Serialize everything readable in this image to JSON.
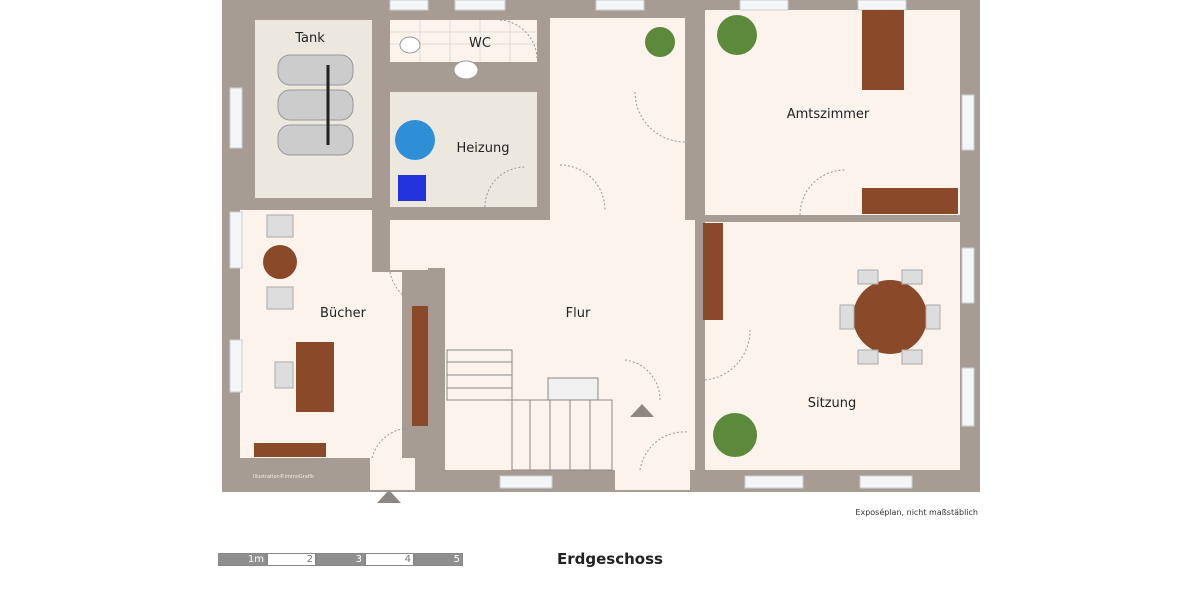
{
  "plan": {
    "title": "Erdgeschoss",
    "note": "Exposéplan, nicht maßstäblich",
    "credit": "Illustration©immoGrafik",
    "rooms": {
      "tank": "Tank",
      "wc": "WC",
      "heizung": "Heizung",
      "buecher": "Bücher",
      "flur": "Flur",
      "amtszimmer": "Amtszimmer",
      "sitzung": "Sitzung"
    },
    "scale_bar": [
      "1m",
      "2",
      "3",
      "4",
      "5"
    ]
  },
  "colors": {
    "wall": "#a79c93",
    "floor": "#fbf3ec",
    "utility": "#ece8e0",
    "furniture": "#8a4a2a"
  }
}
